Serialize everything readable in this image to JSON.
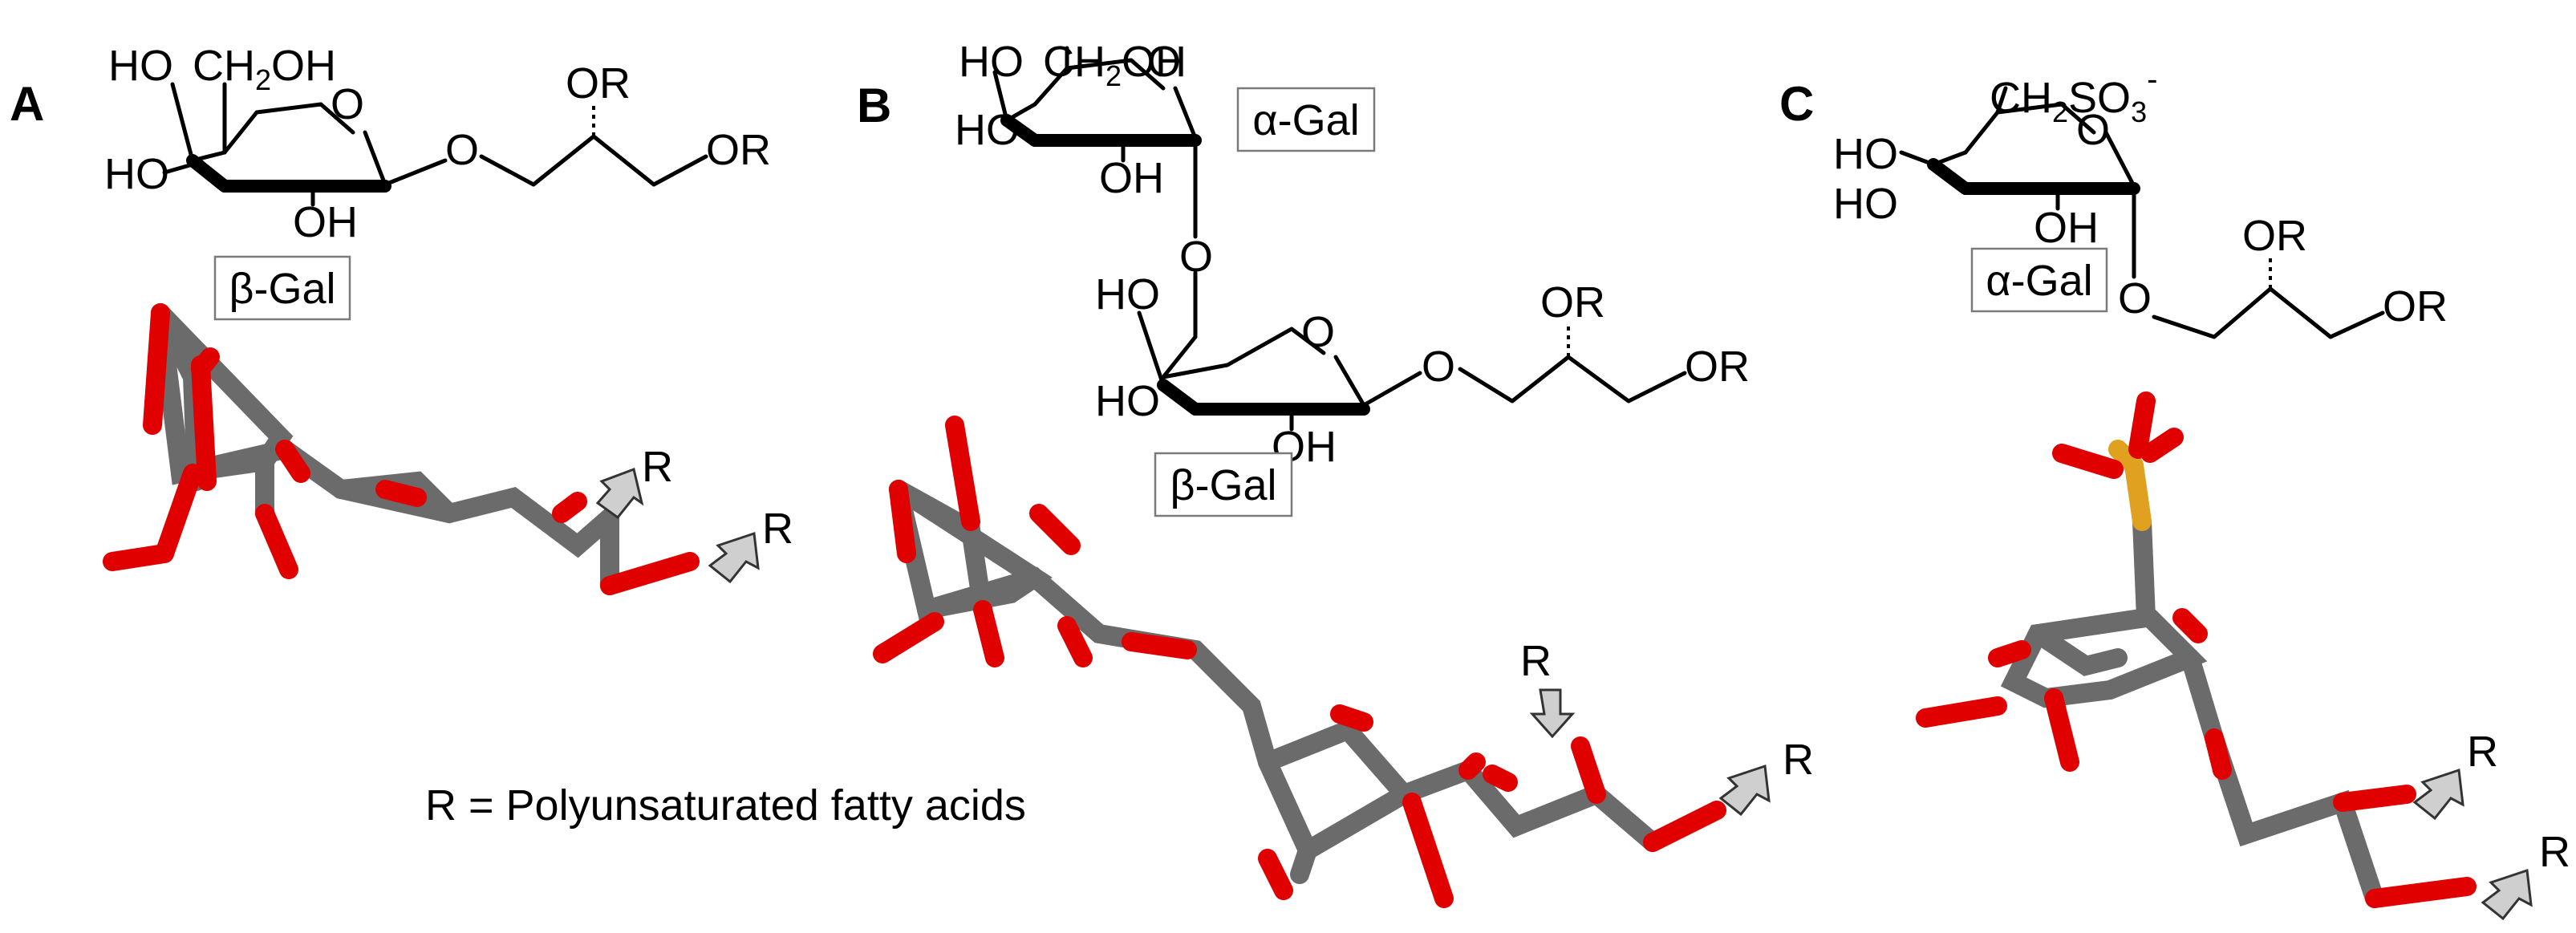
{
  "panels": {
    "A": {
      "letter": "A",
      "substituents": {
        "ho_top": "HO",
        "ch2oh": "CH",
        "ch2oh_sub": "2",
        "ch2oh_tail": "OH",
        "ring_o": "O",
        "ho_left": "HO",
        "oh_bottom": "OH",
        "glyco_o": "O",
        "or_mid": "OR",
        "or_end": "OR"
      },
      "sugar_label": "β-Gal",
      "arrows": [
        "R",
        "R"
      ]
    },
    "B": {
      "letter": "B",
      "top_sugar": {
        "ho_top": "HO",
        "ch2oh": "CH",
        "ch2oh_sub": "2",
        "ch2oh_tail": "OH",
        "ring_o": "O",
        "ho_left": "HO",
        "oh_bottom": "OH",
        "link_o": "O"
      },
      "top_label": "α-Gal",
      "bottom_sugar": {
        "ho_top": "HO",
        "ring_o": "O",
        "ho_left": "HO",
        "oh_bottom": "OH",
        "glyco_o": "O",
        "or_mid": "OR",
        "or_end": "OR"
      },
      "bottom_label": "β-Gal",
      "arrows": [
        "R",
        "R"
      ]
    },
    "C": {
      "letter": "C",
      "substituents": {
        "ch2so3": "CH",
        "ch2so3_sub": "2",
        "so3": "SO",
        "so3_sub": "3",
        "so3_charge": "-",
        "ring_o": "O",
        "ho_top": "HO",
        "ho_left": "HO",
        "oh_bottom": "OH",
        "glyco_o": "O",
        "or_mid": "OR",
        "or_end": "OR"
      },
      "sugar_label": "α-Gal",
      "arrows": [
        "R",
        "R"
      ]
    }
  },
  "legend": "R = Polyunsaturated fatty acids",
  "colors": {
    "carbon": "#6b6b6b",
    "oxygen": "#e00000",
    "sulfur": "#e0a020",
    "arrow_fill": "#cfcfcf"
  }
}
